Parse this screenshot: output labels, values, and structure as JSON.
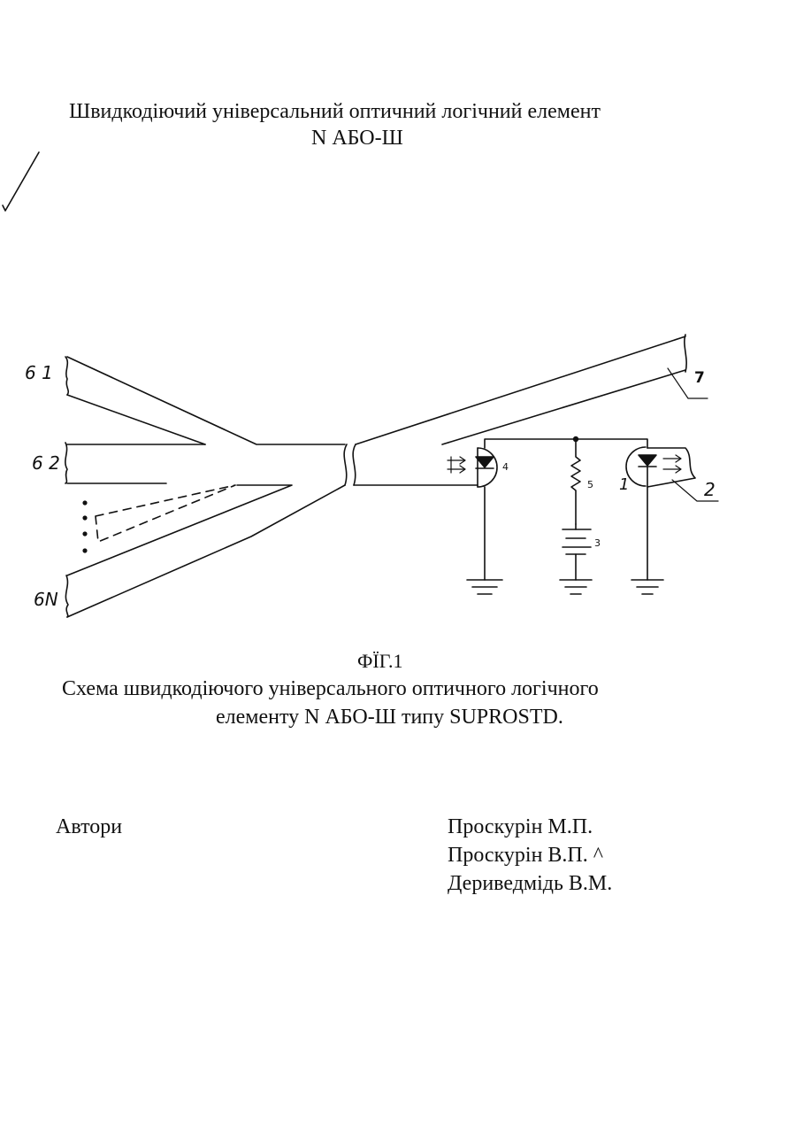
{
  "header": {
    "title_line1": "Швидкодіючий універсальний оптичний логічний елемент",
    "title_line2": "N АБО-Ш"
  },
  "figure": {
    "label": "ФЇГ.1",
    "caption_line1": "Схема швидкодіючого універсального оптичного логічного",
    "caption_line2": "елементу N АБО-Ш типу SUPROSTD.",
    "callouts": {
      "input_1": "6 1",
      "input_2": "6 2",
      "input_n": "6N",
      "output_fiber": "7",
      "photodiode": "4",
      "resistor": "5",
      "battery": "3",
      "led": "1",
      "led_fiber": "2"
    }
  },
  "authors": {
    "label": "Автори",
    "names": [
      "Проскурін М.П.",
      "Проскурін В.П.  ^",
      "Дериведмідь В.М."
    ]
  }
}
